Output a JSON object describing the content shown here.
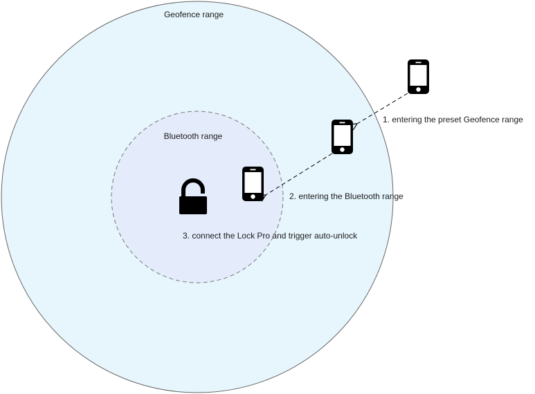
{
  "labels": {
    "geofence": "Geofence range",
    "bluetooth": "Bluetooth range",
    "step1": "1. entering the preset Geofence range",
    "step2": "2. entering the Bluetooth range",
    "step3": "3. connect the Lock Pro and trigger auto-unlock"
  },
  "icons": {
    "phone": "smartphone-icon",
    "lock": "unlocked-padlock-icon"
  },
  "colors": {
    "geofence_fill": "#e6f6fc",
    "bluetooth_fill": "#e4ebfb",
    "stroke": "#666666",
    "icon": "#000000"
  }
}
